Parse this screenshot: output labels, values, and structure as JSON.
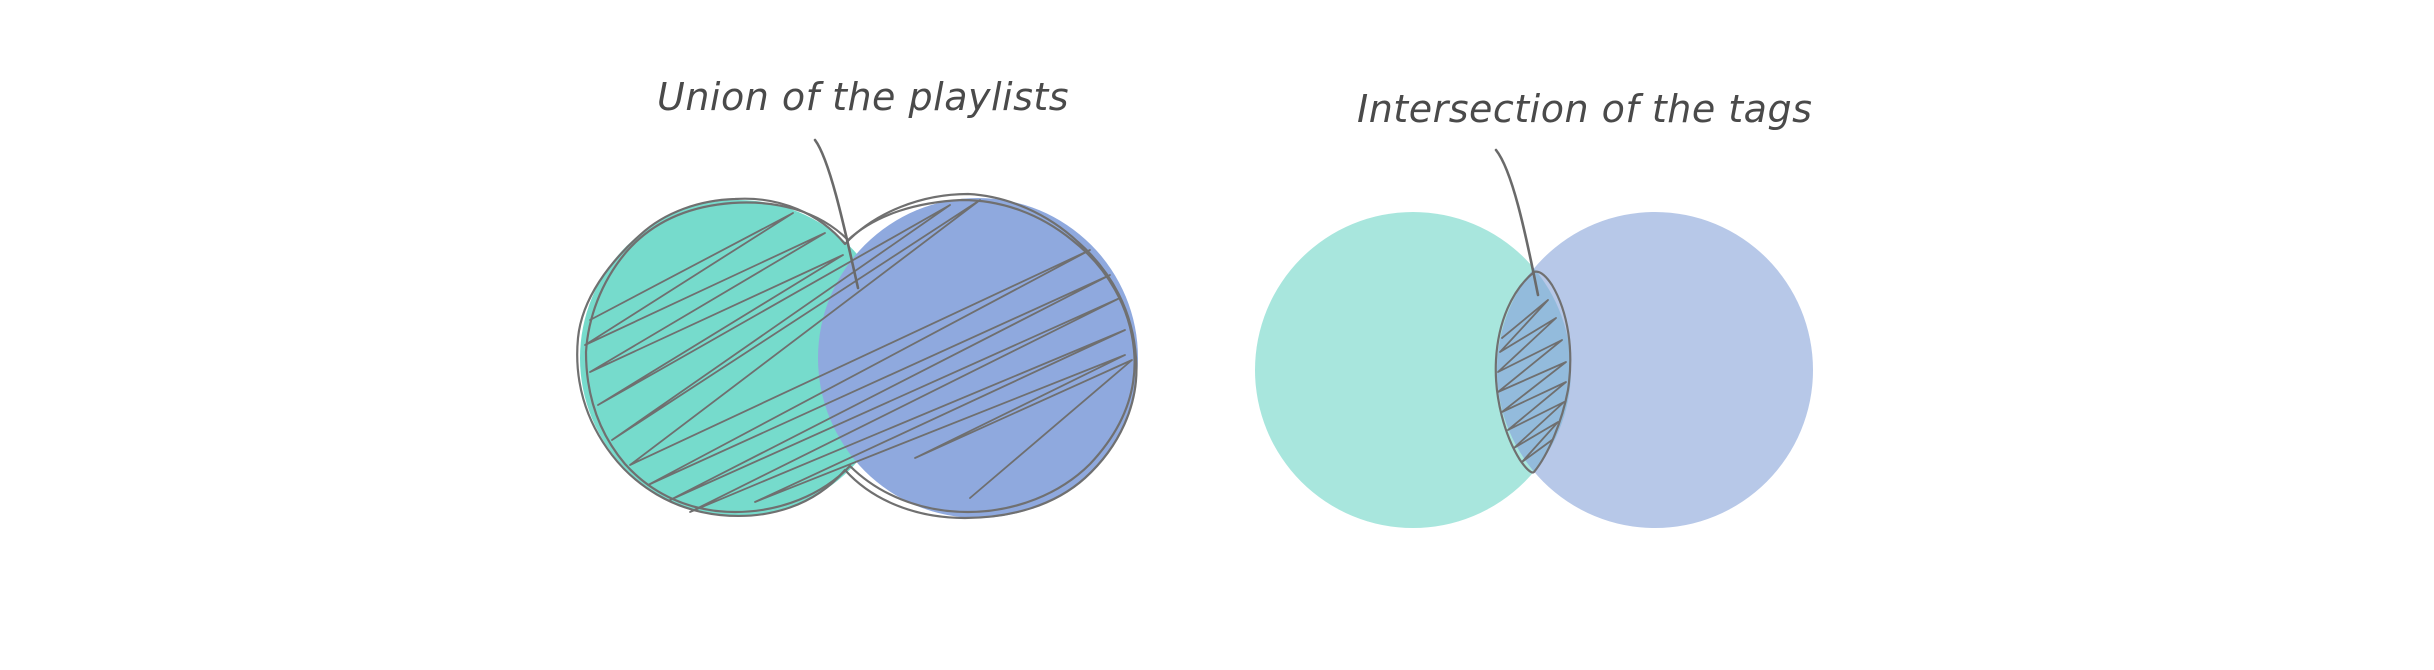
{
  "colors": {
    "set_a": "#76dbcc",
    "set_b": "#8fa9de",
    "set_a_light": "#a8e6dd",
    "set_b_light": "#b7c8e8",
    "intersection": "#93bbdc",
    "outline": "#707070",
    "label": "#4a4a4a"
  },
  "diagrams": [
    {
      "label": "Union of the playlists",
      "operation": "union"
    },
    {
      "label": "Intersection of the tags",
      "operation": "intersection"
    }
  ]
}
